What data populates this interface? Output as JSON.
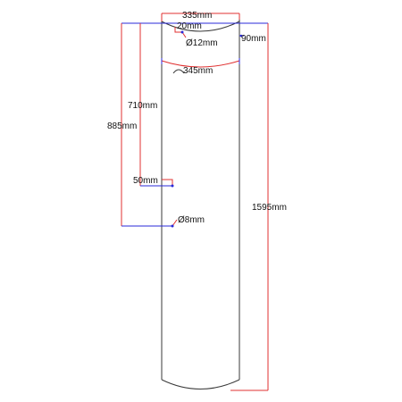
{
  "labels": {
    "top_width": "335mm",
    "edge_offset": "20mm",
    "top_hole": "Ø12mm",
    "top_hole_depth": "90mm",
    "inner_width": "345mm",
    "height_710": "710mm",
    "height_885": "885mm",
    "offset_50": "50mm",
    "lower_hole": "Ø8mm",
    "total_height": "1595mm"
  },
  "colors": {
    "outline": "#3a3a3a",
    "dimension_red": "#e03030",
    "dimension_blue": "#2a2ad8",
    "text": "#111111"
  }
}
